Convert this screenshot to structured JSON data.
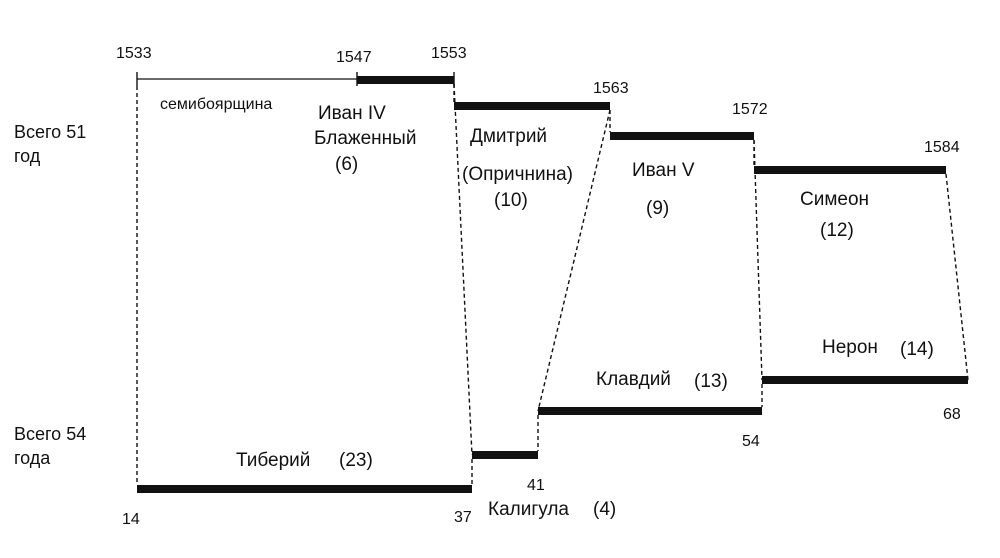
{
  "left_labels": {
    "top_line1": "Всего 51",
    "top_line2": "год",
    "bottom_line1": "Всего 54",
    "bottom_line2": "года"
  },
  "top_years": [
    "1533",
    "1547",
    "1553",
    "1563",
    "1572",
    "1584"
  ],
  "top_names": {
    "semiboyarshchina": "семибоярщина",
    "ivan4_line1": "Иван IV",
    "ivan4_line2": "Блаженный",
    "ivan4_years": "(6)",
    "dmitry_line1": "Дмитрий",
    "dmitry_line2": "(Опричнина)",
    "dmitry_years": "(10)",
    "ivan5_line1": "Иван V",
    "ivan5_years": "(9)",
    "simeon_line1": "Симеон",
    "simeon_years": "(12)"
  },
  "bottom_years": [
    "14",
    "37",
    "41",
    "54",
    "68"
  ],
  "bottom_names": {
    "tiberius": "Тиберий",
    "tiberius_years": "(23)",
    "caligula": "Калигула",
    "caligula_years": "(4)",
    "claudius": "Клавдий",
    "claudius_years": "(13)",
    "nero": "Нерон",
    "nero_years": "(14)"
  }
}
